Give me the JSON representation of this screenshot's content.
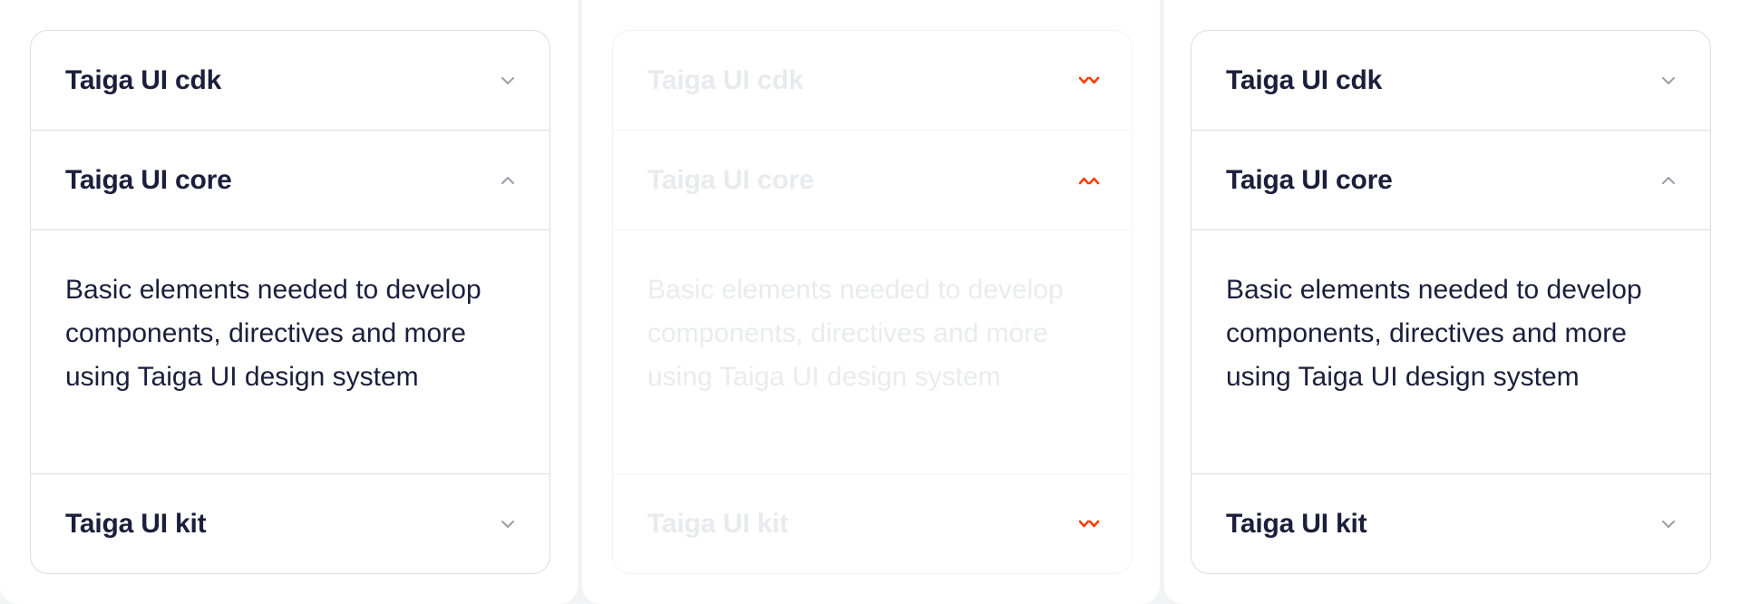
{
  "accordions": [
    {
      "state": "normal",
      "items": [
        {
          "title": "Taiga UI cdk",
          "expanded": false,
          "chevron": "chevron-down-icon"
        },
        {
          "title": "Taiga UI core",
          "expanded": true,
          "chevron": "chevron-up-icon",
          "content": "Basic elements needed to develop components, directives and more using Taiga UI design system"
        },
        {
          "title": "Taiga UI kit",
          "expanded": false,
          "chevron": "chevron-down-icon"
        }
      ]
    },
    {
      "state": "disabled",
      "items": [
        {
          "title": "Taiga UI cdk",
          "expanded": false,
          "chevron": "chevron-down-icon"
        },
        {
          "title": "Taiga UI core",
          "expanded": true,
          "chevron": "chevron-up-icon",
          "content": "Basic elements needed to develop components, directives and more using Taiga UI design system"
        },
        {
          "title": "Taiga UI kit",
          "expanded": false,
          "chevron": "chevron-down-icon"
        }
      ]
    },
    {
      "state": "normal",
      "items": [
        {
          "title": "Taiga UI cdk",
          "expanded": false,
          "chevron": "chevron-down-icon"
        },
        {
          "title": "Taiga UI core",
          "expanded": true,
          "chevron": "chevron-up-icon",
          "content": "Basic elements needed to develop components, directives and more using Taiga UI design system"
        },
        {
          "title": "Taiga UI kit",
          "expanded": false,
          "chevron": "chevron-down-icon"
        }
      ]
    }
  ],
  "colors": {
    "text": "#1b1f3b",
    "chevron": "#9a9ca6",
    "disabled_text": "#e9eaed",
    "disabled_chevron": "#ff3d00"
  }
}
